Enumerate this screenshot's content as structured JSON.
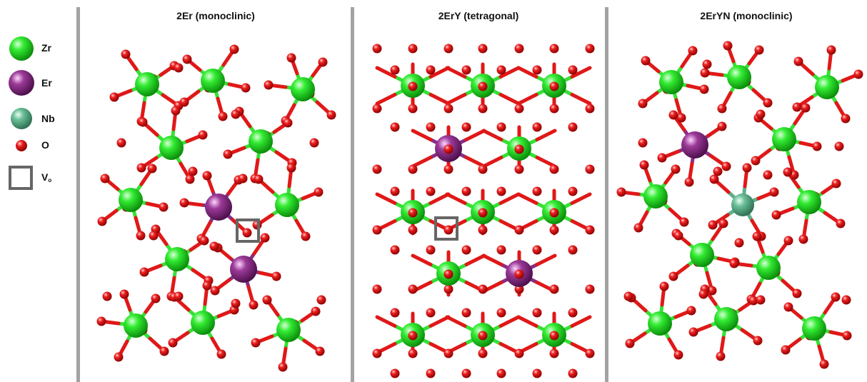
{
  "legend": {
    "items": [
      {
        "label": "Zr",
        "species": "zr",
        "color": "#22d622"
      },
      {
        "label": "Er",
        "species": "er",
        "color": "#8a2d86"
      },
      {
        "label": "Nb",
        "species": "nb",
        "color": "#5fae8c"
      },
      {
        "label": "O",
        "species": "o",
        "color": "#e01818"
      },
      {
        "label": "V",
        "label_sub": "o",
        "species": "vacancy",
        "color": "#666666"
      }
    ]
  },
  "panels": [
    {
      "title": "2Er (monoclinic)"
    },
    {
      "title": "2ErY (tetragonal)"
    },
    {
      "title": "2ErYN (monoclinic)"
    }
  ],
  "colors": {
    "zr": "#22d622",
    "er": "#8a2d86",
    "nb": "#5fae8c",
    "o": "#e01818",
    "bond_green": "#35e135",
    "vacancy": "#666666",
    "divider": "#a3a3a3"
  }
}
